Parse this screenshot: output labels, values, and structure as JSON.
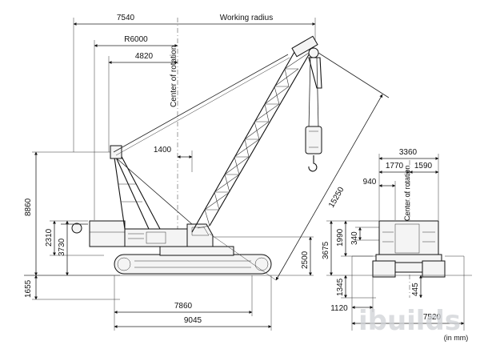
{
  "labels": {
    "working_radius": "Working radius",
    "center_rotation_side": "Center of rotation",
    "center_rotation_front": "Center of rotation",
    "units": "(in mm)"
  },
  "dims": {
    "d7540": "7540",
    "dR6000": "R6000",
    "d4820": "4820",
    "d1400": "1400",
    "d8860": "8860",
    "d2310": "2310",
    "d3730": "3730",
    "d1655": "1655",
    "d7860": "7860",
    "d9045": "9045",
    "d2500": "2500",
    "d15250": "15250",
    "d3360": "3360",
    "d1770": "1770",
    "d1590": "1590",
    "d940": "940",
    "d1990": "1990",
    "d340": "340",
    "d3675": "3675",
    "d1345": "1345",
    "d445": "445",
    "d1120": "1120",
    "d7520": "7520"
  },
  "watermark": "ibuilds"
}
